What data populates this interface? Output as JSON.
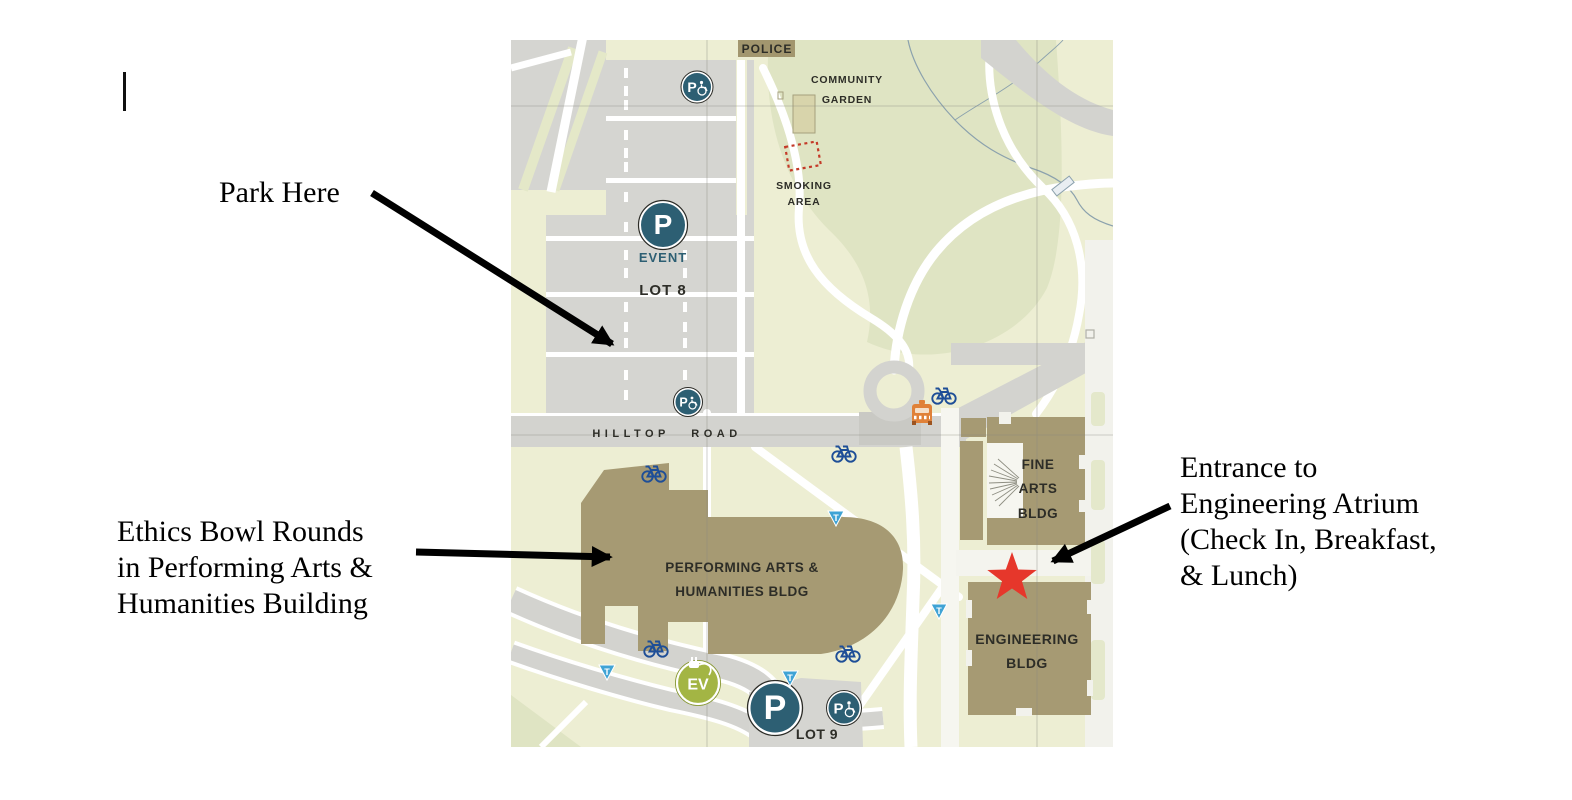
{
  "annotations": {
    "park_here": "Park Here",
    "ethics": {
      "line1": "Ethics Bowl Rounds",
      "line2": "in Performing Arts &",
      "line3": "Humanities Building"
    },
    "entrance": {
      "line1": "Entrance to",
      "line2": "Engineering Atrium",
      "line3": "(Check In, Breakfast,",
      "line4": "& Lunch)"
    }
  },
  "map": {
    "labels": {
      "police": "POLICE",
      "community_garden_1": "COMMUNITY",
      "community_garden_2": "GARDEN",
      "smoking_1": "SMOKING",
      "smoking_2": "AREA",
      "parking_letter": "P",
      "event": "EVENT",
      "lot8": "LOT 8",
      "hilltop_road": "HILLTOP ROAD",
      "performing_1": "PERFORMING ARTS &",
      "performing_2": "HUMANITIES BLDG",
      "fine_1": "FINE",
      "fine_2": "ARTS",
      "fine_3": "BLDG",
      "engineering_1": "ENGINEERING",
      "engineering_2": "BLDG",
      "lot9": "LOT 9",
      "ev": "EV",
      "transit_letter": "T"
    },
    "colors": {
      "base": "#edeed3",
      "hill": "#dfe4c3",
      "lot": "#d5d5d1",
      "road": "#d3d3cf",
      "building": "#a69a73",
      "teal": "#2d5f73",
      "bike": "#1e4e97",
      "taxi": "#e08138",
      "ev": "#a3b544",
      "transit": "#3fa3d5",
      "star": "#e6372b",
      "garden": "#d8d4ab",
      "smoking": "#c43a28",
      "label": "#2d2d27"
    }
  }
}
